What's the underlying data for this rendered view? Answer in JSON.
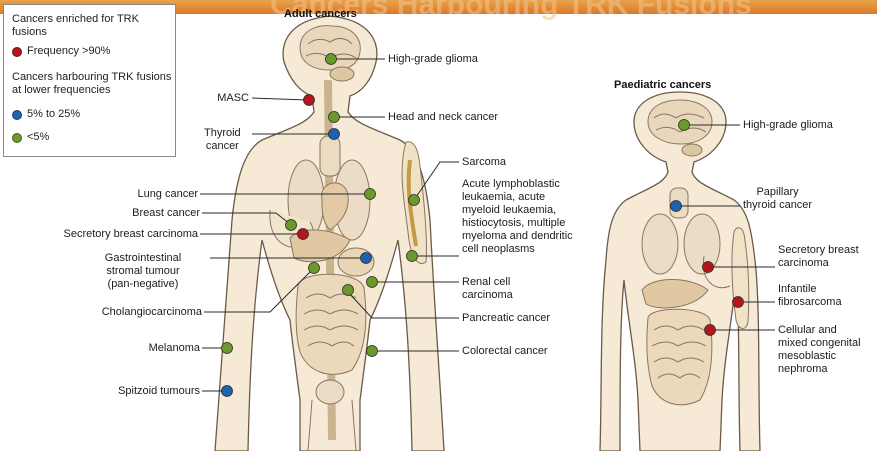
{
  "header": {
    "title": "Cancers Harbouring TRK Fusions"
  },
  "legend": {
    "enriched_title": "Cancers enriched for TRK fusions",
    "high_label": "Frequency >90%",
    "lower_title": "Cancers harbouring TRK fusions at lower frequencies",
    "mid_label": "5% to 25%",
    "low_label": "<5%"
  },
  "colors": {
    "high": "#b3161c",
    "mid": "#1d62b0",
    "low": "#6c9a2a"
  },
  "adult": {
    "title": "Adult cancers",
    "labels": {
      "hgg": "High-grade glioma",
      "masc": "MASC",
      "headneck": "Head and neck cancer",
      "thyroid1": "Thyroid",
      "thyroid2": "cancer",
      "sarcoma": "Sarcoma",
      "leuk1": "Acute lymphoblastic",
      "leuk2": "leukaemia, acute",
      "leuk3": "myeloid leukaemia,",
      "leuk4": "histiocytosis, multiple",
      "leuk5": "myeloma and dendritic",
      "leuk6": "cell neoplasms",
      "lung": "Lung cancer",
      "breast": "Breast cancer",
      "secretory": "Secretory breast carcinoma",
      "gist1": "Gastrointestinal",
      "gist2": "stromal tumour",
      "gist3": "(pan-negative)",
      "renal1": "Renal cell",
      "renal2": "carcinoma",
      "cholangio": "Cholangiocarcinoma",
      "pancreatic": "Pancreatic cancer",
      "melanoma": "Melanoma",
      "colorectal": "Colorectal cancer",
      "spitzoid": "Spitzoid tumours"
    }
  },
  "paediatric": {
    "title": "Paediatric cancers",
    "labels": {
      "hgg": "High-grade glioma",
      "papillary1": "Papillary",
      "papillary2": "thyroid cancer",
      "sbc1": "Secretory breast",
      "sbc2": "carcinoma",
      "fibro1": "Infantile",
      "fibro2": "fibrosarcoma",
      "cmn1": "Cellular and",
      "cmn2": "mixed congenital",
      "cmn3": "mesoblastic",
      "cmn4": "nephroma"
    }
  }
}
